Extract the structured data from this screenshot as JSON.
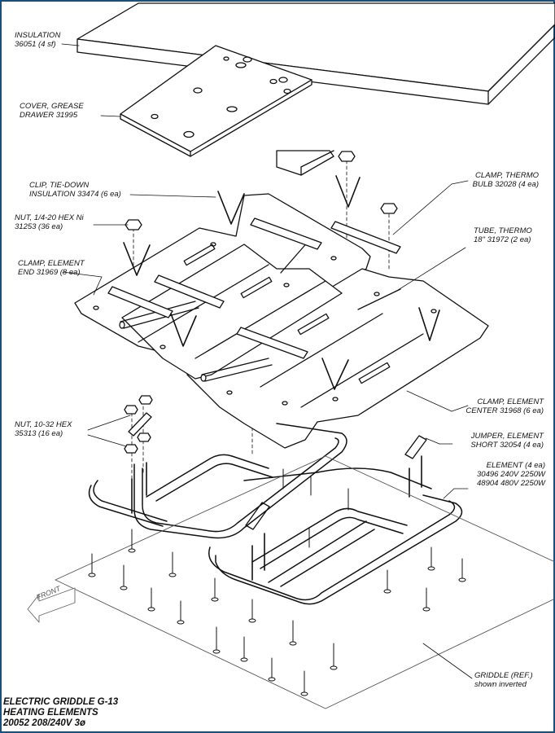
{
  "labels": {
    "insulation": {
      "line1": "INSULATION",
      "line2": "36051 (4 sf)"
    },
    "cover": {
      "line1": "COVER, GREASE",
      "line2": "DRAWER   31995"
    },
    "clip": {
      "line1": "CLIP, TIE-DOWN",
      "line2": "INSULATION 33474 (6 ea)"
    },
    "nut_hex_ni": {
      "line1": "NUT, 1/4-20 HEX Ni",
      "line2": "31253 (36 ea)"
    },
    "clamp_end": {
      "line1": "CLAMP, ELEMENT",
      "line2": "END   31969 (8 ea)"
    },
    "clamp_thermo": {
      "line1": "CLAMP, THERMO",
      "line2": "BULB  32028 (4 ea)"
    },
    "tube_thermo": {
      "line1": "TUBE, THERMO",
      "line2": "18\"     31972 (2 ea)"
    },
    "clamp_center": {
      "line1": "CLAMP, ELEMENT",
      "line2": "CENTER 31968 (6 ea)"
    },
    "nut_1032": {
      "line1": "NUT, 10-32 HEX",
      "line2": "35313 (16 ea)"
    },
    "jumper": {
      "line1": "JUMPER, ELEMENT",
      "line2": "SHORT  32054 (4 ea)"
    },
    "element": {
      "line1": "ELEMENT  (4 ea)",
      "line2": "30496   240V 2250W",
      "line3": "48904   480V 2250W"
    },
    "griddle": {
      "line1": "GRIDDLE (REF.)",
      "line2": "shown inverted"
    },
    "front": "FRONT"
  },
  "title": {
    "line1": "ELECTRIC GRIDDLE G-13",
    "line2": "HEATING ELEMENTS",
    "line3": "20052  208/240V 3ø"
  },
  "colors": {
    "frame": "#1a4f7a",
    "ink": "#111111"
  }
}
